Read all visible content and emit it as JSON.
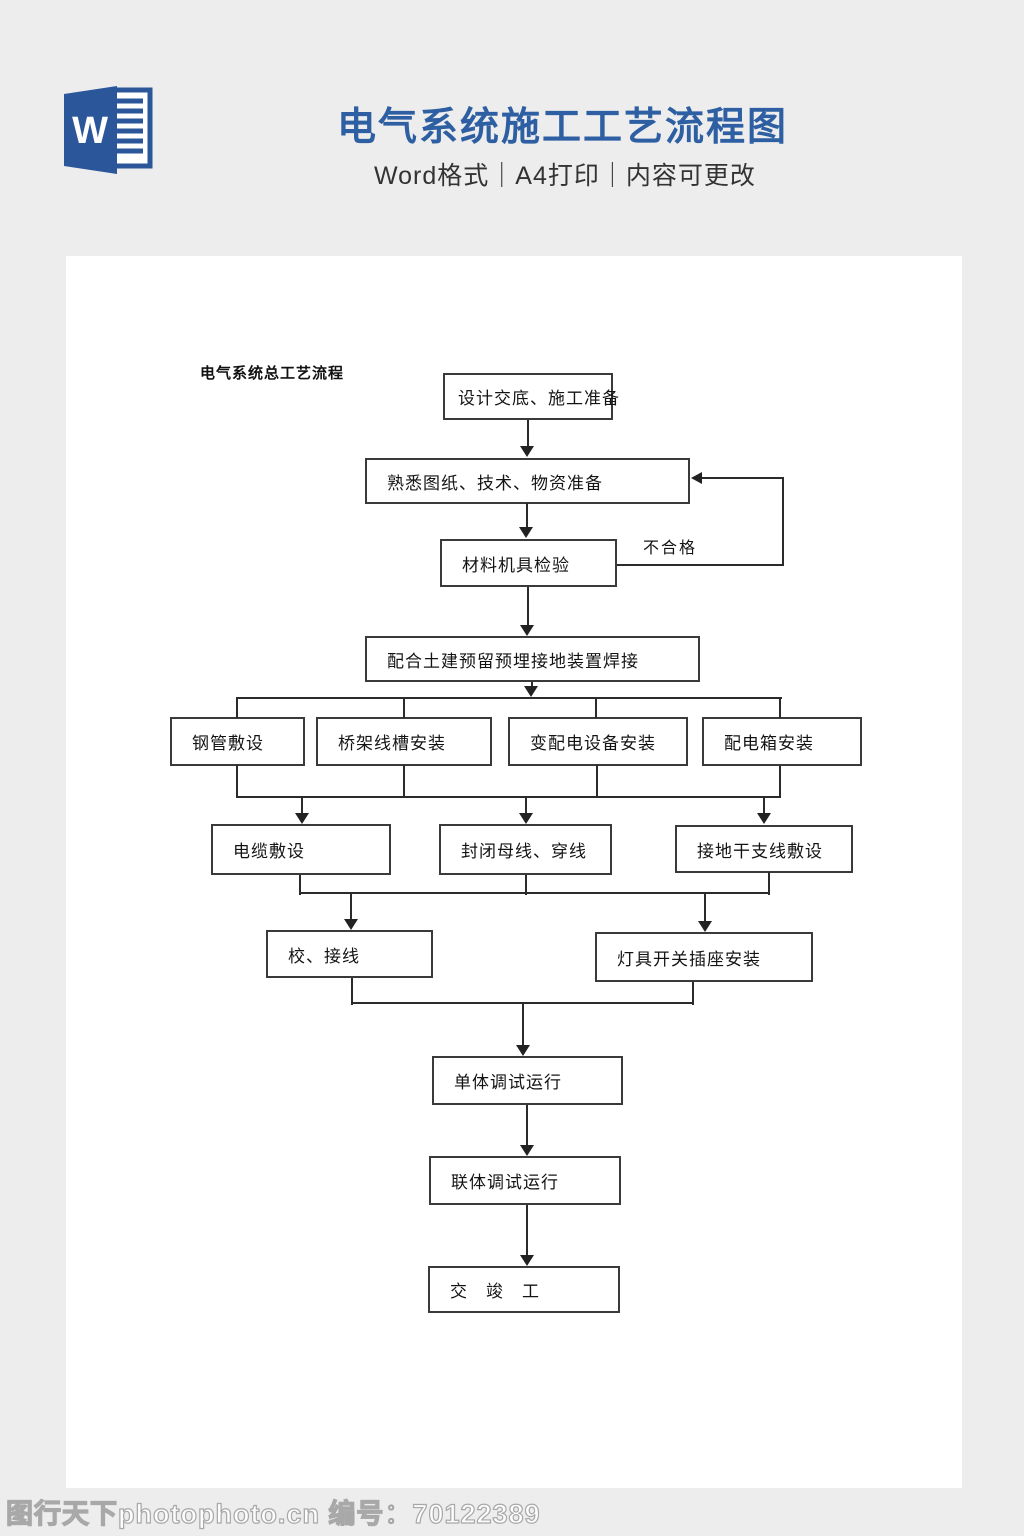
{
  "header": {
    "icon_letter": "W",
    "title": "电气系统施工工艺流程图",
    "subtitle": "Word格式｜A4打印｜内容可更改"
  },
  "doc": {
    "section_label": "电气系统总工艺流程",
    "nodes": {
      "b1": "设计交底、施工准备",
      "b2": "熟悉图纸、技术、物资准备",
      "b3": "材料机具检验",
      "b4": "配合土建预留预埋接地装置焊接",
      "c1": "钢管敷设",
      "c2": "桥架线槽安装",
      "c3": "变配电设备安装",
      "c4": "配电箱安装",
      "d1": "电缆敷设",
      "d2": "封闭母线、穿线",
      "d3": "接地干支线敷设",
      "e1": "校、接线",
      "e2": "灯具开关插座安装",
      "f1": "单体调试运行",
      "f2": "联体调试运行",
      "f3": "交　竣　工"
    },
    "edge_labels": {
      "reject": "不合格"
    }
  },
  "footer": {
    "watermark": "图行天下photophoto.cn 编号：70122389"
  },
  "colors": {
    "title_blue": "#2e5fa3",
    "icon_blue": "#2b579a",
    "canvas_bg": "#ededed",
    "page_bg": "#ffffff",
    "line": "#2b2b2b"
  }
}
